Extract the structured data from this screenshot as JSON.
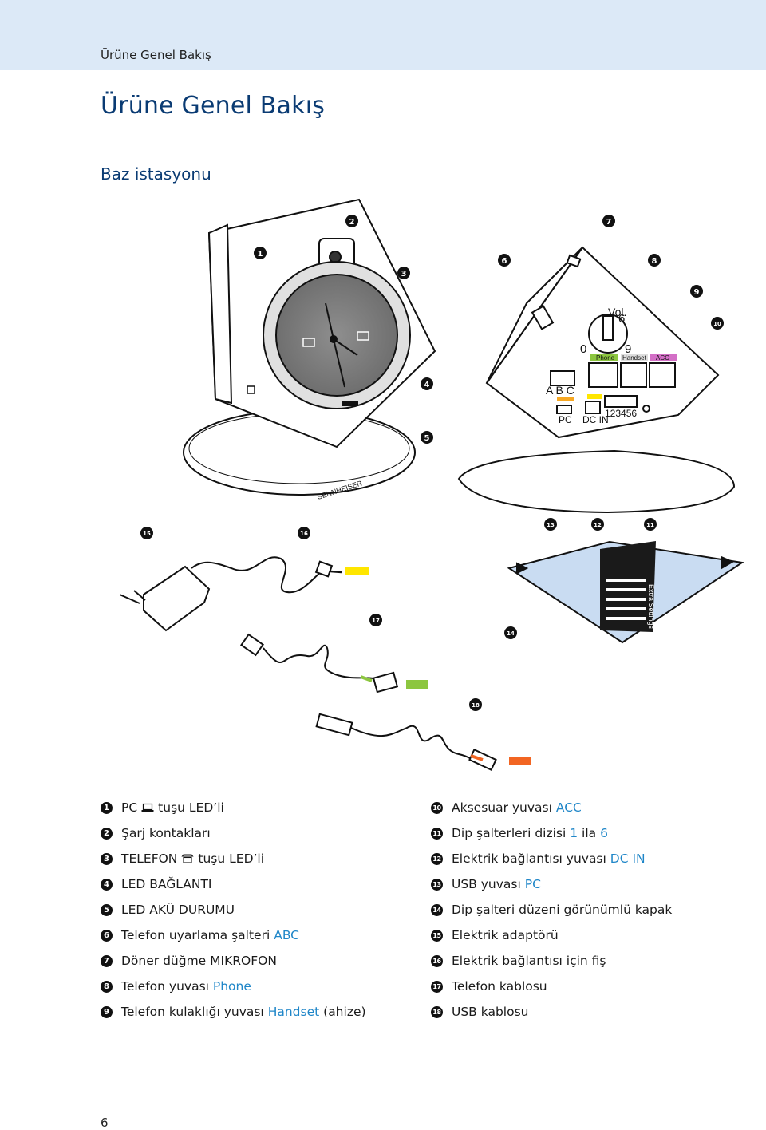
{
  "header": {
    "running_title": "Ürüne Genel Bakış"
  },
  "page": {
    "title": "Ürüne Genel Bakış",
    "section": "Baz istasyonu",
    "number": "6"
  },
  "callouts": [
    "1",
    "2",
    "3",
    "4",
    "5",
    "6",
    "7",
    "8",
    "9",
    "10",
    "11",
    "12",
    "13",
    "14",
    "15",
    "16",
    "17",
    "18"
  ],
  "device_labels": {
    "vol": "Vol.",
    "vol_min": "0",
    "vol_mid": "6",
    "vol_max": "9",
    "abc": "A B C",
    "port_phone": "Phone",
    "port_handset": "Handset",
    "port_acc": "ACC",
    "pc": "PC",
    "dc_in": "DC IN",
    "dip": "123456",
    "brand": "SENNHEISER",
    "cover_title": "Extra Settings"
  },
  "legend_left": [
    {
      "n": "1",
      "pre": "PC",
      "icon": "laptop-icon",
      "post": "tuşu LED’li",
      "hl": "",
      "after": ""
    },
    {
      "n": "2",
      "pre": "Şarj kontakları",
      "icon": "",
      "post": "",
      "hl": "",
      "after": ""
    },
    {
      "n": "3",
      "pre": "TELEFON",
      "icon": "phone-icon",
      "post": "tuşu LED’li",
      "hl": "",
      "after": ""
    },
    {
      "n": "4",
      "pre": "LED BAĞLANTI",
      "icon": "",
      "post": "",
      "hl": "",
      "after": ""
    },
    {
      "n": "5",
      "pre": "LED AKÜ DURUMU",
      "icon": "",
      "post": "",
      "hl": "",
      "after": ""
    },
    {
      "n": "6",
      "pre": "Telefon uyarlama şalteri",
      "icon": "",
      "post": "",
      "hl": "ABC",
      "after": ""
    },
    {
      "n": "7",
      "pre": "Döner düğme MIKROFON",
      "icon": "",
      "post": "",
      "hl": "",
      "after": ""
    },
    {
      "n": "8",
      "pre": "Telefon yuvası",
      "icon": "",
      "post": "",
      "hl": "Phone",
      "after": ""
    },
    {
      "n": "9",
      "pre": "Telefon kulaklığı yuvası",
      "icon": "",
      "post": "",
      "hl": "Handset",
      "after": "(ahize)"
    }
  ],
  "legend_right": [
    {
      "n": "10",
      "pre": "Aksesuar yuvası",
      "hl": "ACC",
      "mid": "",
      "hl2": ""
    },
    {
      "n": "11",
      "pre": "Dip şalterleri dizisi",
      "hl": "1",
      "mid": "ila",
      "hl2": "6"
    },
    {
      "n": "12",
      "pre": "Elektrik bağlantısı yuvası",
      "hl": "DC IN",
      "mid": "",
      "hl2": ""
    },
    {
      "n": "13",
      "pre": "USB yuvası",
      "hl": "PC",
      "mid": "",
      "hl2": ""
    },
    {
      "n": "14",
      "pre": "Dip şalteri düzeni görünümlü kapak",
      "hl": "",
      "mid": "",
      "hl2": ""
    },
    {
      "n": "15",
      "pre": "Elektrik adaptörü",
      "hl": "",
      "mid": "",
      "hl2": ""
    },
    {
      "n": "16",
      "pre": "Elektrik bağlantısı için fiş",
      "hl": "",
      "mid": "",
      "hl2": ""
    },
    {
      "n": "17",
      "pre": "Telefon kablosu",
      "hl": "",
      "mid": "",
      "hl2": ""
    },
    {
      "n": "18",
      "pre": "USB kablosu",
      "hl": "",
      "mid": "",
      "hl2": ""
    }
  ],
  "colors": {
    "header_band": "#dce9f7",
    "title_blue": "#0a3b73",
    "highlight_blue": "#1f86c8",
    "yellow_tag": "#ffe600",
    "green_tag": "#8cc63f",
    "orange_tag": "#f26522",
    "phone_port": "#8cc63f",
    "acc_port": "#d36fc6",
    "usb_port": "#f7a823",
    "cover_blue": "#c9dcf2"
  }
}
